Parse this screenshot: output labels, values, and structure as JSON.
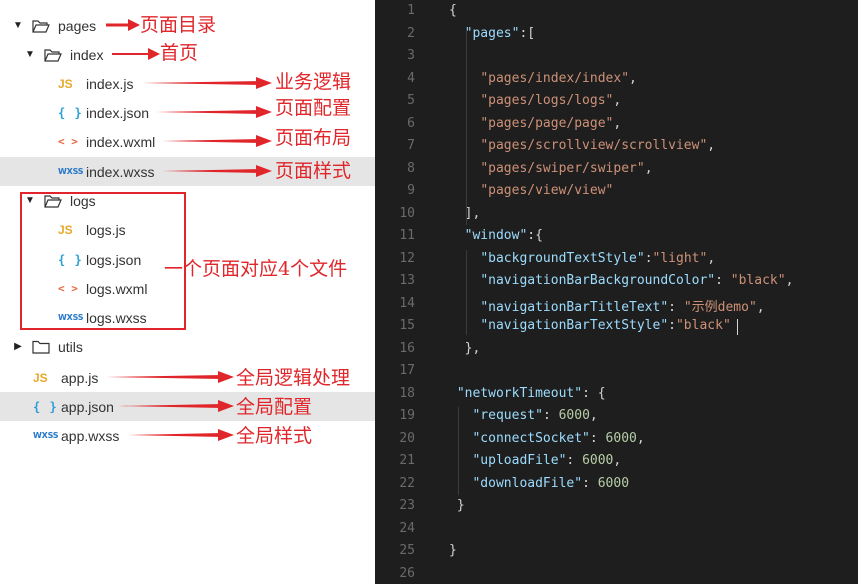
{
  "tree": {
    "pages_folder": "pages",
    "index_folder": "index",
    "index_files": [
      {
        "type": "JS",
        "name": "index.js"
      },
      {
        "type": "{ }",
        "name": "index.json"
      },
      {
        "type": "< >",
        "name": "index.wxml"
      },
      {
        "type": "WXSS",
        "name": "index.wxss"
      }
    ],
    "logs_folder": "logs",
    "logs_files": [
      {
        "type": "JS",
        "name": "logs.js"
      },
      {
        "type": "{ }",
        "name": "logs.json"
      },
      {
        "type": "< >",
        "name": "logs.wxml"
      },
      {
        "type": "WXSS",
        "name": "logs.wxss"
      }
    ],
    "utils_folder": "utils",
    "app_files": [
      {
        "type": "JS",
        "name": "app.js"
      },
      {
        "type": "{ }",
        "name": "app.json"
      },
      {
        "type": "WXSS",
        "name": "app.wxss"
      }
    ]
  },
  "annotations": {
    "pages": "页面目录",
    "index": "首页",
    "js": "业务逻辑",
    "json": "页面配置",
    "wxml": "页面布局",
    "wxss": "页面样式",
    "logs": "一个页面对应4个文件",
    "app_js": "全局逻辑处理",
    "app_json": "全局配置",
    "app_wxss": "全局样式"
  },
  "colors": {
    "annotation_red": "#e0262a",
    "editor_bg": "#1e1e1e",
    "selected_row": "#e5e5e5"
  },
  "editor": {
    "line_numbers": [
      "1",
      "2",
      "3",
      "4",
      "5",
      "6",
      "7",
      "8",
      "9",
      "10",
      "11",
      "12",
      "13",
      "14",
      "15",
      "16",
      "17",
      "18",
      "19",
      "20",
      "21",
      "22",
      "23",
      "24",
      "25",
      "26"
    ],
    "lines": [
      "{",
      "  \"pages\":[",
      "",
      "    \"pages/index/index\",",
      "    \"pages/logs/logs\",",
      "    \"pages/page/page\",",
      "    \"pages/scrollview/scrollview\",",
      "    \"pages/swiper/swiper\",",
      "    \"pages/view/view\"",
      "  ],",
      "  \"window\":{",
      "    \"backgroundTextStyle\":\"light\",",
      "    \"navigationBarBackgroundColor\": \"black\",",
      "    \"navigationBarTitleText\": \"示例demo\",",
      "    \"navigationBarTextStyle\":\"black\"",
      "  },",
      "",
      " \"networkTimeout\": {",
      "   \"request\": 6000,",
      "   \"connectSocket\": 6000,",
      "   \"uploadFile\": 6000,",
      "   \"downloadFile\": 6000",
      " }",
      "",
      "}",
      ""
    ]
  }
}
